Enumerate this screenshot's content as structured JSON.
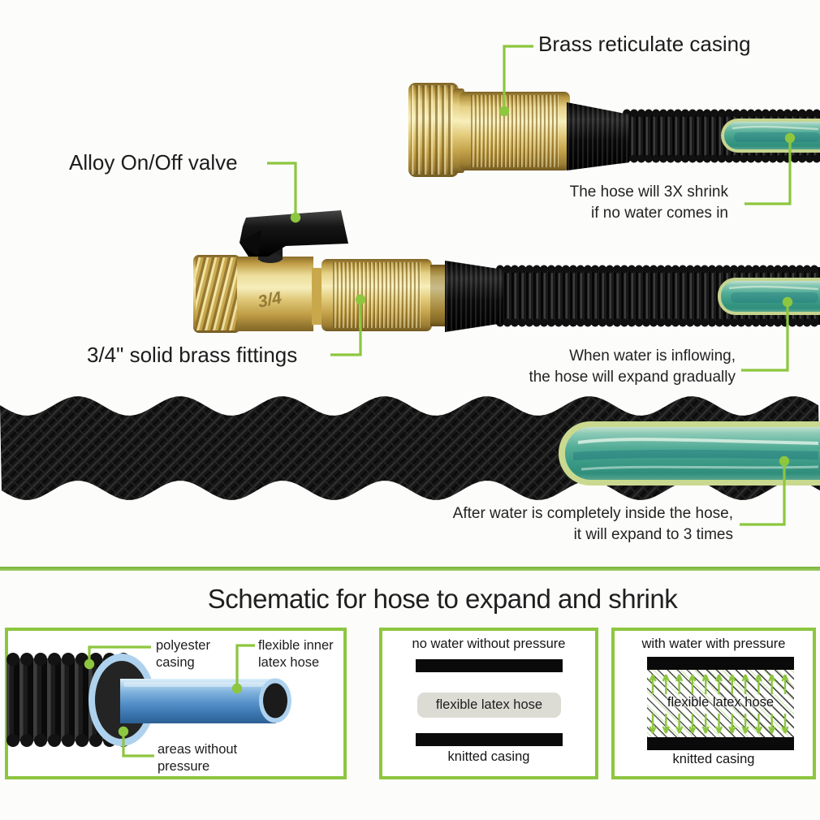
{
  "colors": {
    "accent_green": "#8dc63f",
    "brass": "#d9bd6b",
    "hose_black": "#161616",
    "inner_tube_teal": "#43a38c",
    "latex_blue": "#4f8ec8"
  },
  "callouts": {
    "brass_casing": "Brass reticulate casing",
    "onoff_valve": "Alloy On/Off valve",
    "fittings": "3/4\" solid brass fittings",
    "valve_marking": "3/4",
    "shrink_note": "The hose will 3X shrink\nif no water comes in",
    "inflow_note": "When water is inflowing,\nthe hose will expand gradually",
    "expand_note": "After water is completely inside the hose,\nit will expand to 3 times"
  },
  "schematic": {
    "title": "Schematic for hose to expand and shrink",
    "left_panel": {
      "polyester_label": "polyester\ncasing",
      "flexible_label": "flexible inner\nlatex hose",
      "areas_label": "areas without\npressure"
    },
    "middle_panel": {
      "title": "no water without pressure",
      "latex_label": "flexible latex hose",
      "casing_label": "knitted casing"
    },
    "right_panel": {
      "title": "with water with pressure",
      "latex_label": "flexible latex hose",
      "casing_label": "knitted casing"
    }
  }
}
